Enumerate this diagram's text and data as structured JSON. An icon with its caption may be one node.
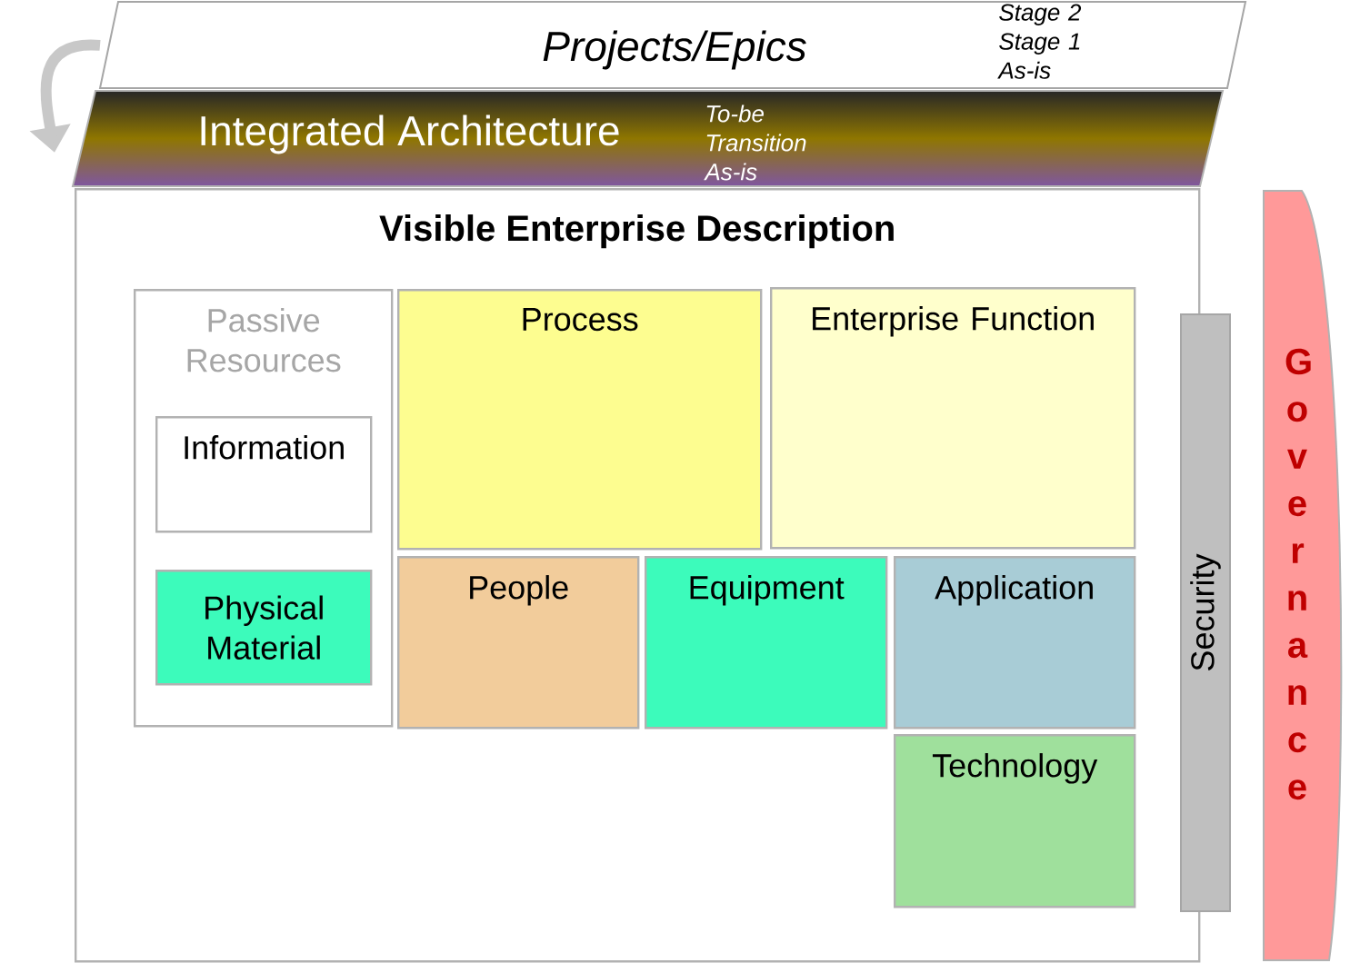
{
  "diagram": {
    "nodes": [
      {
        "text": [
          "Projects/Epics",
          "Stage 2 Stage 1 As-is"
        ]
      },
      {
        "text": [
          "Integrated Architecture",
          "To-be Transition As-is"
        ]
      },
      {
        "text": [
          "Visible Enterprise Description"
        ]
      },
      {
        "text": [
          "Passive Resources"
        ],
        "in": 2
      },
      {
        "text": [
          "Information"
        ],
        "in": 3
      },
      {
        "text": [
          "Physical Material"
        ],
        "in": 3
      },
      {
        "text": [
          "Process"
        ],
        "in": 2
      },
      {
        "text": [
          "Enterprise Function"
        ],
        "in": 2
      },
      {
        "text": [
          "People"
        ],
        "in": 2
      },
      {
        "text": [
          "Equipment"
        ],
        "in": 2
      },
      {
        "text": [
          "Application"
        ],
        "in": 2
      },
      {
        "text": [
          "Technology"
        ],
        "in": 2
      },
      {
        "text": [
          "Security"
        ]
      },
      {
        "text": [
          "Governance"
        ]
      }
    ],
    "edges": [
      {
        "from": 0,
        "to": 1,
        "arrow": "to"
      }
    ]
  }
}
